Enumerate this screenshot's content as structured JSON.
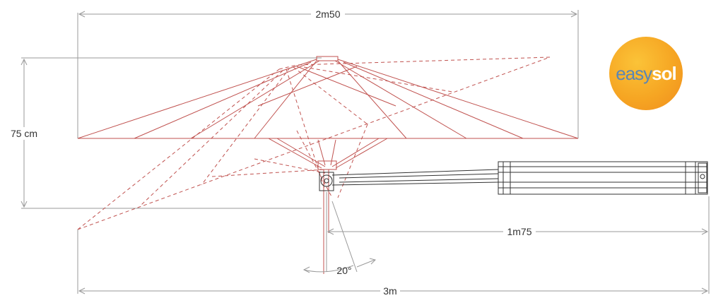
{
  "dimensions": {
    "top_width": "2m50",
    "height": "75 cm",
    "arm_length": "1m75",
    "angle": "20°",
    "total_width": "3m"
  },
  "logo": {
    "text_part1": "easy",
    "text_part2": "sol",
    "color_primary": "#f6a623",
    "color_text_blue": "#5a86b6"
  },
  "colors": {
    "parasol_lines": "#c0524f",
    "dimension_lines": "#9a9a9a",
    "mechanism": "#333333"
  }
}
